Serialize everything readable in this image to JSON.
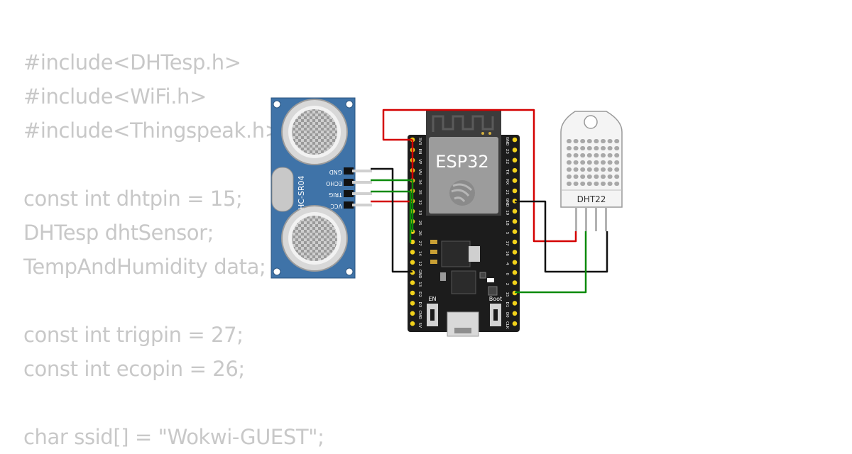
{
  "code_lines": [
    "#include<DHTesp.h>",
    "#include<WiFi.h>",
    "#include<Thingspeak.h>",
    "",
    "const int dhtpin = 15;",
    "DHTesp dhtSensor;",
    "TempAndHumidity data;",
    "",
    "const int trigpin = 27;",
    "const int ecopin = 26;",
    "",
    "char ssid[] = \"Wokwi-GUEST\";"
  ],
  "ultrasonic": {
    "model": "HC-SR04",
    "pins": [
      "GND",
      "ECHO",
      "TRIG",
      "VCC"
    ]
  },
  "esp32": {
    "label": "ESP32",
    "left_pins": [
      "3V3",
      "EN",
      "VP",
      "VN",
      "34",
      "35",
      "32",
      "33",
      "25",
      "26",
      "27",
      "14",
      "12",
      "GND",
      "13",
      "D2",
      "D3",
      "CMD",
      "5V"
    ],
    "right_pins": [
      "GND",
      "23",
      "22",
      "TX",
      "RX",
      "21",
      "GND",
      "19",
      "18",
      "5",
      "17",
      "16",
      "4",
      "0",
      "2",
      "15",
      "D1",
      "D0",
      "CLK"
    ],
    "en_label": "EN",
    "boot_label": "Boot"
  },
  "dht": {
    "label": "DHT22"
  },
  "colors": {
    "wire_red": "#d40000",
    "wire_black": "#111111",
    "wire_green": "#0a8a0a",
    "board_blue": "#3f73a8",
    "esp_board": "#1c1c1c"
  }
}
